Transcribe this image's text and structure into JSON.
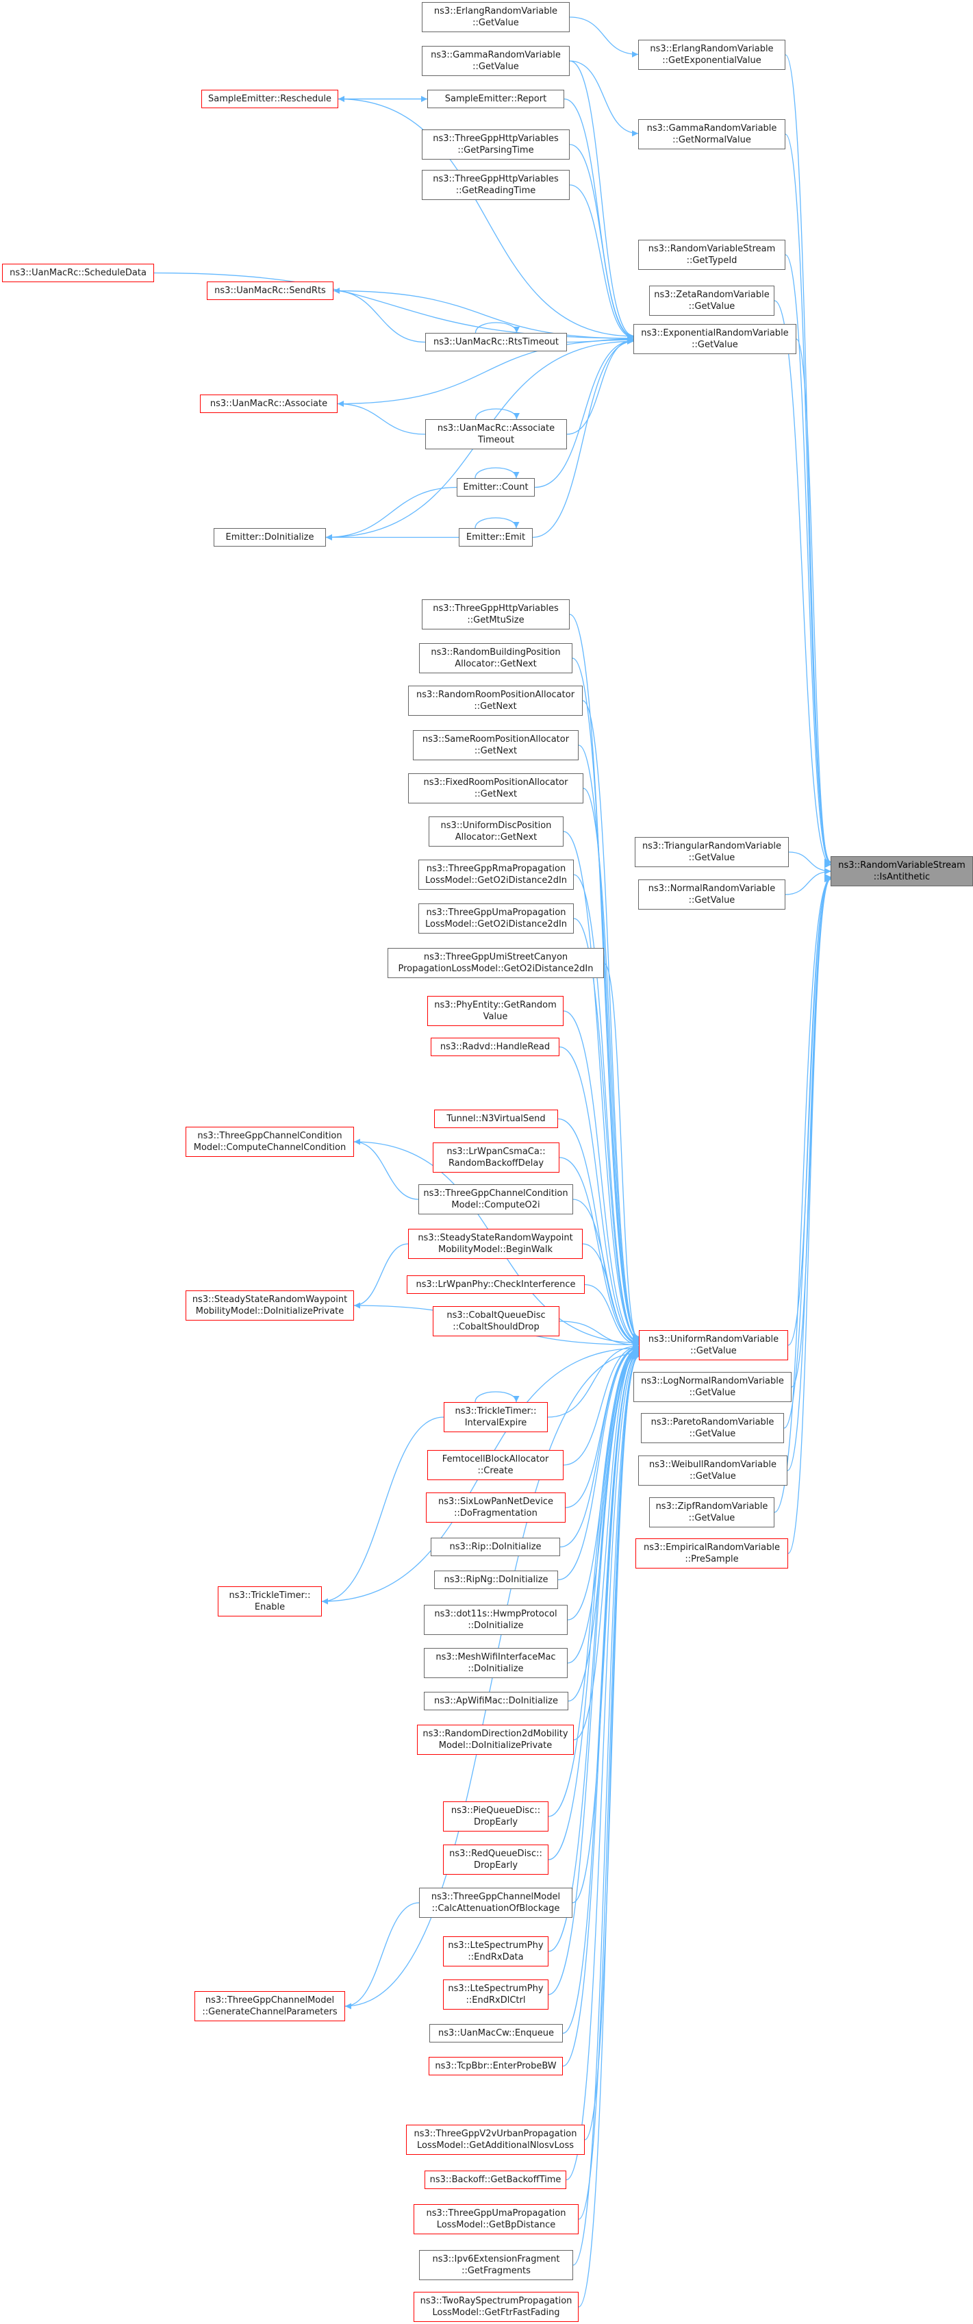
{
  "colors": {
    "edge": "#63b8ff",
    "node_border": "#666666",
    "node_border_missing_doc": "#ff0000",
    "target_fill": "#999999"
  },
  "nodes": [
    {
      "id": "target",
      "lines": [
        "ns3::RandomVariableStream",
        "::IsAntithetic"
      ],
      "style": "target"
    },
    {
      "id": "exp",
      "lines": [
        "ns3::ExponentialRandomVariable",
        "::GetValue"
      ],
      "style": "normal"
    },
    {
      "id": "uni",
      "lines": [
        "ns3::UniformRandomVariable",
        "::GetValue"
      ],
      "style": "red"
    },
    {
      "id": "erlang_exp",
      "lines": [
        "ns3::ErlangRandomVariable",
        "::GetExponentialValue"
      ],
      "style": "normal"
    },
    {
      "id": "gamma_norm",
      "lines": [
        "ns3::GammaRandomVariable",
        "::GetNormalValue"
      ],
      "style": "normal"
    },
    {
      "id": "rvs_typeid",
      "lines": [
        "ns3::RandomVariableStream",
        "::GetTypeId"
      ],
      "style": "normal"
    },
    {
      "id": "zeta",
      "lines": [
        "ns3::ZetaRandomVariable",
        "::GetValue"
      ],
      "style": "normal"
    },
    {
      "id": "triangular",
      "lines": [
        "ns3::TriangularRandomVariable",
        "::GetValue"
      ],
      "style": "normal"
    },
    {
      "id": "normal",
      "lines": [
        "ns3::NormalRandomVariable",
        "::GetValue"
      ],
      "style": "normal"
    },
    {
      "id": "lognormal",
      "lines": [
        "ns3::LogNormalRandomVariable",
        "::GetValue"
      ],
      "style": "normal"
    },
    {
      "id": "pareto",
      "lines": [
        "ns3::ParetoRandomVariable",
        "::GetValue"
      ],
      "style": "normal"
    },
    {
      "id": "weibull",
      "lines": [
        "ns3::WeibullRandomVariable",
        "::GetValue"
      ],
      "style": "normal"
    },
    {
      "id": "zipf",
      "lines": [
        "ns3::ZipfRandomVariable",
        "::GetValue"
      ],
      "style": "normal"
    },
    {
      "id": "empirical",
      "lines": [
        "ns3::EmpiricalRandomVariable",
        "::PreSample"
      ],
      "style": "red"
    },
    {
      "id": "erlang_val",
      "lines": [
        "ns3::ErlangRandomVariable",
        "::GetValue"
      ],
      "style": "normal"
    },
    {
      "id": "gamma_val",
      "lines": [
        "ns3::GammaRandomVariable",
        "::GetValue"
      ],
      "style": "normal"
    },
    {
      "id": "se_report",
      "lines": [
        "SampleEmitter::Report"
      ],
      "style": "normal"
    },
    {
      "id": "se_resched",
      "lines": [
        "SampleEmitter::Reschedule"
      ],
      "style": "red"
    },
    {
      "id": "http_parse",
      "lines": [
        "ns3::ThreeGppHttpVariables",
        "::GetParsingTime"
      ],
      "style": "normal"
    },
    {
      "id": "http_read",
      "lines": [
        "ns3::ThreeGppHttpVariables",
        "::GetReadingTime"
      ],
      "style": "normal"
    },
    {
      "id": "uan_sched",
      "lines": [
        "ns3::UanMacRc::ScheduleData"
      ],
      "style": "red"
    },
    {
      "id": "uan_sendrts",
      "lines": [
        "ns3::UanMacRc::SendRts"
      ],
      "style": "red"
    },
    {
      "id": "uan_rtsto",
      "lines": [
        "ns3::UanMacRc::RtsTimeout"
      ],
      "style": "normal"
    },
    {
      "id": "uan_assoc",
      "lines": [
        "ns3::UanMacRc::Associate"
      ],
      "style": "red"
    },
    {
      "id": "uan_assocto",
      "lines": [
        "ns3::UanMacRc::Associate",
        "Timeout"
      ],
      "style": "normal"
    },
    {
      "id": "em_count",
      "lines": [
        "Emitter::Count"
      ],
      "style": "normal"
    },
    {
      "id": "em_emit",
      "lines": [
        "Emitter::Emit"
      ],
      "style": "normal"
    },
    {
      "id": "em_doinit",
      "lines": [
        "Emitter::DoInitialize"
      ],
      "style": "normal"
    },
    {
      "id": "http_mtu",
      "lines": [
        "ns3::ThreeGppHttpVariables",
        "::GetMtuSize"
      ],
      "style": "normal"
    },
    {
      "id": "rbpa",
      "lines": [
        "ns3::RandomBuildingPosition",
        "Allocator::GetNext"
      ],
      "style": "normal"
    },
    {
      "id": "rrpa",
      "lines": [
        "ns3::RandomRoomPositionAllocator",
        "::GetNext"
      ],
      "style": "normal"
    },
    {
      "id": "srpa",
      "lines": [
        "ns3::SameRoomPositionAllocator",
        "::GetNext"
      ],
      "style": "normal"
    },
    {
      "id": "frpa",
      "lines": [
        "ns3::FixedRoomPositionAllocator",
        "::GetNext"
      ],
      "style": "normal"
    },
    {
      "id": "udpa",
      "lines": [
        "ns3::UniformDiscPosition",
        "Allocator::GetNext"
      ],
      "style": "normal"
    },
    {
      "id": "rma",
      "lines": [
        "ns3::ThreeGppRmaPropagation",
        "LossModel::GetO2iDistance2dIn"
      ],
      "style": "normal"
    },
    {
      "id": "uma_o2i",
      "lines": [
        "ns3::ThreeGppUmaPropagation",
        "LossModel::GetO2iDistance2dIn"
      ],
      "style": "normal"
    },
    {
      "id": "umi",
      "lines": [
        "ns3::ThreeGppUmiStreetCanyon",
        "PropagationLossModel::GetO2iDistance2dIn"
      ],
      "style": "normal"
    },
    {
      "id": "phyentity",
      "lines": [
        "ns3::PhyEntity::GetRandom",
        "Value"
      ],
      "style": "red"
    },
    {
      "id": "radvd",
      "lines": [
        "ns3::Radvd::HandleRead"
      ],
      "style": "red"
    },
    {
      "id": "tcc_compute",
      "lines": [
        "ns3::ThreeGppChannelCondition",
        "Model::ComputeChannelCondition"
      ],
      "style": "red"
    },
    {
      "id": "tunnel",
      "lines": [
        "Tunnel::N3VirtualSend"
      ],
      "style": "red"
    },
    {
      "id": "lrwpan_csma",
      "lines": [
        "ns3::LrWpanCsmaCa::",
        "RandomBackoffDelay"
      ],
      "style": "red"
    },
    {
      "id": "tcc_o2i",
      "lines": [
        "ns3::ThreeGppChannelCondition",
        "Model::ComputeO2i"
      ],
      "style": "normal"
    },
    {
      "id": "ssrw_walk",
      "lines": [
        "ns3::SteadyStateRandomWaypoint",
        "MobilityModel::BeginWalk"
      ],
      "style": "red"
    },
    {
      "id": "ssrw_init",
      "lines": [
        "ns3::SteadyStateRandomWaypoint",
        "MobilityModel::DoInitializePrivate"
      ],
      "style": "red"
    },
    {
      "id": "lrwpan_phy",
      "lines": [
        "ns3::LrWpanPhy::CheckInterference"
      ],
      "style": "red"
    },
    {
      "id": "cobalt",
      "lines": [
        "ns3::CobaltQueueDisc",
        "::CobaltShouldDrop"
      ],
      "style": "red"
    },
    {
      "id": "trickle_int",
      "lines": [
        "ns3::TrickleTimer::",
        "IntervalExpire"
      ],
      "style": "red"
    },
    {
      "id": "trickle_en",
      "lines": [
        "ns3::TrickleTimer::",
        "Enable"
      ],
      "style": "red"
    },
    {
      "id": "femto",
      "lines": [
        "FemtocellBlockAllocator",
        "::Create"
      ],
      "style": "red"
    },
    {
      "id": "sixlowpan",
      "lines": [
        "ns3::SixLowPanNetDevice",
        "::DoFragmentation"
      ],
      "style": "red"
    },
    {
      "id": "rip",
      "lines": [
        "ns3::Rip::DoInitialize"
      ],
      "style": "normal"
    },
    {
      "id": "ripng",
      "lines": [
        "ns3::RipNg::DoInitialize"
      ],
      "style": "normal"
    },
    {
      "id": "hwmp",
      "lines": [
        "ns3::dot11s::HwmpProtocol",
        "::DoInitialize"
      ],
      "style": "normal"
    },
    {
      "id": "meshwifi",
      "lines": [
        "ns3::MeshWifiInterfaceMac",
        "::DoInitialize"
      ],
      "style": "normal"
    },
    {
      "id": "apwifi",
      "lines": [
        "ns3::ApWifiMac::DoInitialize"
      ],
      "style": "normal"
    },
    {
      "id": "rd2d",
      "lines": [
        "ns3::RandomDirection2dMobility",
        "Model::DoInitializePrivate"
      ],
      "style": "red"
    },
    {
      "id": "pie",
      "lines": [
        "ns3::PieQueueDisc::",
        "DropEarly"
      ],
      "style": "red"
    },
    {
      "id": "red",
      "lines": [
        "ns3::RedQueueDisc::",
        "DropEarly"
      ],
      "style": "red"
    },
    {
      "id": "tgcm_block",
      "lines": [
        "ns3::ThreeGppChannelModel",
        "::CalcAttenuationOfBlockage"
      ],
      "style": "normal"
    },
    {
      "id": "tgcm_gen",
      "lines": [
        "ns3::ThreeGppChannelModel",
        "::GenerateChannelParameters"
      ],
      "style": "red"
    },
    {
      "id": "lte_rx",
      "lines": [
        "ns3::LteSpectrumPhy",
        "::EndRxData"
      ],
      "style": "red"
    },
    {
      "id": "lte_dl",
      "lines": [
        "ns3::LteSpectrumPhy",
        "::EndRxDlCtrl"
      ],
      "style": "red"
    },
    {
      "id": "uancw",
      "lines": [
        "ns3::UanMacCw::Enqueue"
      ],
      "style": "normal"
    },
    {
      "id": "tcpbbr",
      "lines": [
        "ns3::TcpBbr::EnterProbeBW"
      ],
      "style": "red"
    },
    {
      "id": "v2v",
      "lines": [
        "ns3::ThreeGppV2vUrbanPropagation",
        "LossModel::GetAdditionalNlosvLoss"
      ],
      "style": "red"
    },
    {
      "id": "backoff",
      "lines": [
        "ns3::Backoff::GetBackoffTime"
      ],
      "style": "red"
    },
    {
      "id": "uma_bp",
      "lines": [
        "ns3::ThreeGppUmaPropagation",
        "LossModel::GetBpDistance"
      ],
      "style": "red"
    },
    {
      "id": "ipv6frag",
      "lines": [
        "ns3::Ipv6ExtensionFragment",
        "::GetFragments"
      ],
      "style": "normal"
    },
    {
      "id": "tworay",
      "lines": [
        "ns3::TwoRaySpectrumPropagation",
        "LossModel::GetFtrFastFading"
      ],
      "style": "red"
    }
  ],
  "edges": [
    [
      "exp",
      "target"
    ],
    [
      "uni",
      "target"
    ],
    [
      "erlang_exp",
      "target"
    ],
    [
      "gamma_norm",
      "target"
    ],
    [
      "rvs_typeid",
      "target"
    ],
    [
      "zeta",
      "target"
    ],
    [
      "triangular",
      "target"
    ],
    [
      "normal",
      "target"
    ],
    [
      "lognormal",
      "target"
    ],
    [
      "pareto",
      "target"
    ],
    [
      "weibull",
      "target"
    ],
    [
      "zipf",
      "target"
    ],
    [
      "empirical",
      "target"
    ],
    [
      "erlang_val",
      "erlang_exp"
    ],
    [
      "gamma_val",
      "gamma_norm"
    ],
    [
      "gamma_val",
      "exp"
    ],
    [
      "se_report",
      "exp"
    ],
    [
      "se_resched",
      "exp"
    ],
    [
      "http_parse",
      "exp"
    ],
    [
      "http_read",
      "exp"
    ],
    [
      "uan_sched",
      "exp"
    ],
    [
      "uan_sendrts",
      "exp"
    ],
    [
      "uan_rtsto",
      "exp"
    ],
    [
      "uan_assoc",
      "exp"
    ],
    [
      "uan_assocto",
      "exp"
    ],
    [
      "em_count",
      "exp"
    ],
    [
      "em_emit",
      "exp"
    ],
    [
      "em_doinit",
      "exp"
    ],
    [
      "se_report",
      "se_resched"
    ],
    [
      "se_resched",
      "se_report"
    ],
    [
      "uan_rtsto",
      "uan_sendrts"
    ],
    [
      "uan_rtsto",
      "uan_rtsto"
    ],
    [
      "uan_assocto",
      "uan_assoc"
    ],
    [
      "uan_assocto",
      "uan_assocto"
    ],
    [
      "em_count",
      "em_count"
    ],
    [
      "em_count",
      "em_doinit"
    ],
    [
      "em_emit",
      "em_emit"
    ],
    [
      "em_emit",
      "em_doinit"
    ],
    [
      "http_mtu",
      "uni"
    ],
    [
      "rbpa",
      "uni"
    ],
    [
      "rrpa",
      "uni"
    ],
    [
      "srpa",
      "uni"
    ],
    [
      "frpa",
      "uni"
    ],
    [
      "udpa",
      "uni"
    ],
    [
      "rma",
      "uni"
    ],
    [
      "uma_o2i",
      "uni"
    ],
    [
      "umi",
      "uni"
    ],
    [
      "phyentity",
      "uni"
    ],
    [
      "radvd",
      "uni"
    ],
    [
      "tcc_compute",
      "uni"
    ],
    [
      "tunnel",
      "uni"
    ],
    [
      "lrwpan_csma",
      "uni"
    ],
    [
      "tcc_o2i",
      "uni"
    ],
    [
      "ssrw_walk",
      "uni"
    ],
    [
      "ssrw_init",
      "uni"
    ],
    [
      "lrwpan_phy",
      "uni"
    ],
    [
      "cobalt",
      "uni"
    ],
    [
      "trickle_int",
      "uni"
    ],
    [
      "trickle_en",
      "uni"
    ],
    [
      "femto",
      "uni"
    ],
    [
      "sixlowpan",
      "uni"
    ],
    [
      "rip",
      "uni"
    ],
    [
      "ripng",
      "uni"
    ],
    [
      "hwmp",
      "uni"
    ],
    [
      "meshwifi",
      "uni"
    ],
    [
      "apwifi",
      "uni"
    ],
    [
      "rd2d",
      "uni"
    ],
    [
      "pie",
      "uni"
    ],
    [
      "red",
      "uni"
    ],
    [
      "tgcm_block",
      "uni"
    ],
    [
      "tgcm_gen",
      "uni"
    ],
    [
      "lte_rx",
      "uni"
    ],
    [
      "lte_dl",
      "uni"
    ],
    [
      "uancw",
      "uni"
    ],
    [
      "tcpbbr",
      "uni"
    ],
    [
      "v2v",
      "uni"
    ],
    [
      "backoff",
      "uni"
    ],
    [
      "uma_bp",
      "uni"
    ],
    [
      "ipv6frag",
      "uni"
    ],
    [
      "tworay",
      "uni"
    ],
    [
      "tcc_o2i",
      "tcc_compute"
    ],
    [
      "ssrw_walk",
      "ssrw_init"
    ],
    [
      "trickle_int",
      "trickle_int"
    ],
    [
      "trickle_int",
      "trickle_en"
    ],
    [
      "tgcm_block",
      "tgcm_gen"
    ]
  ]
}
